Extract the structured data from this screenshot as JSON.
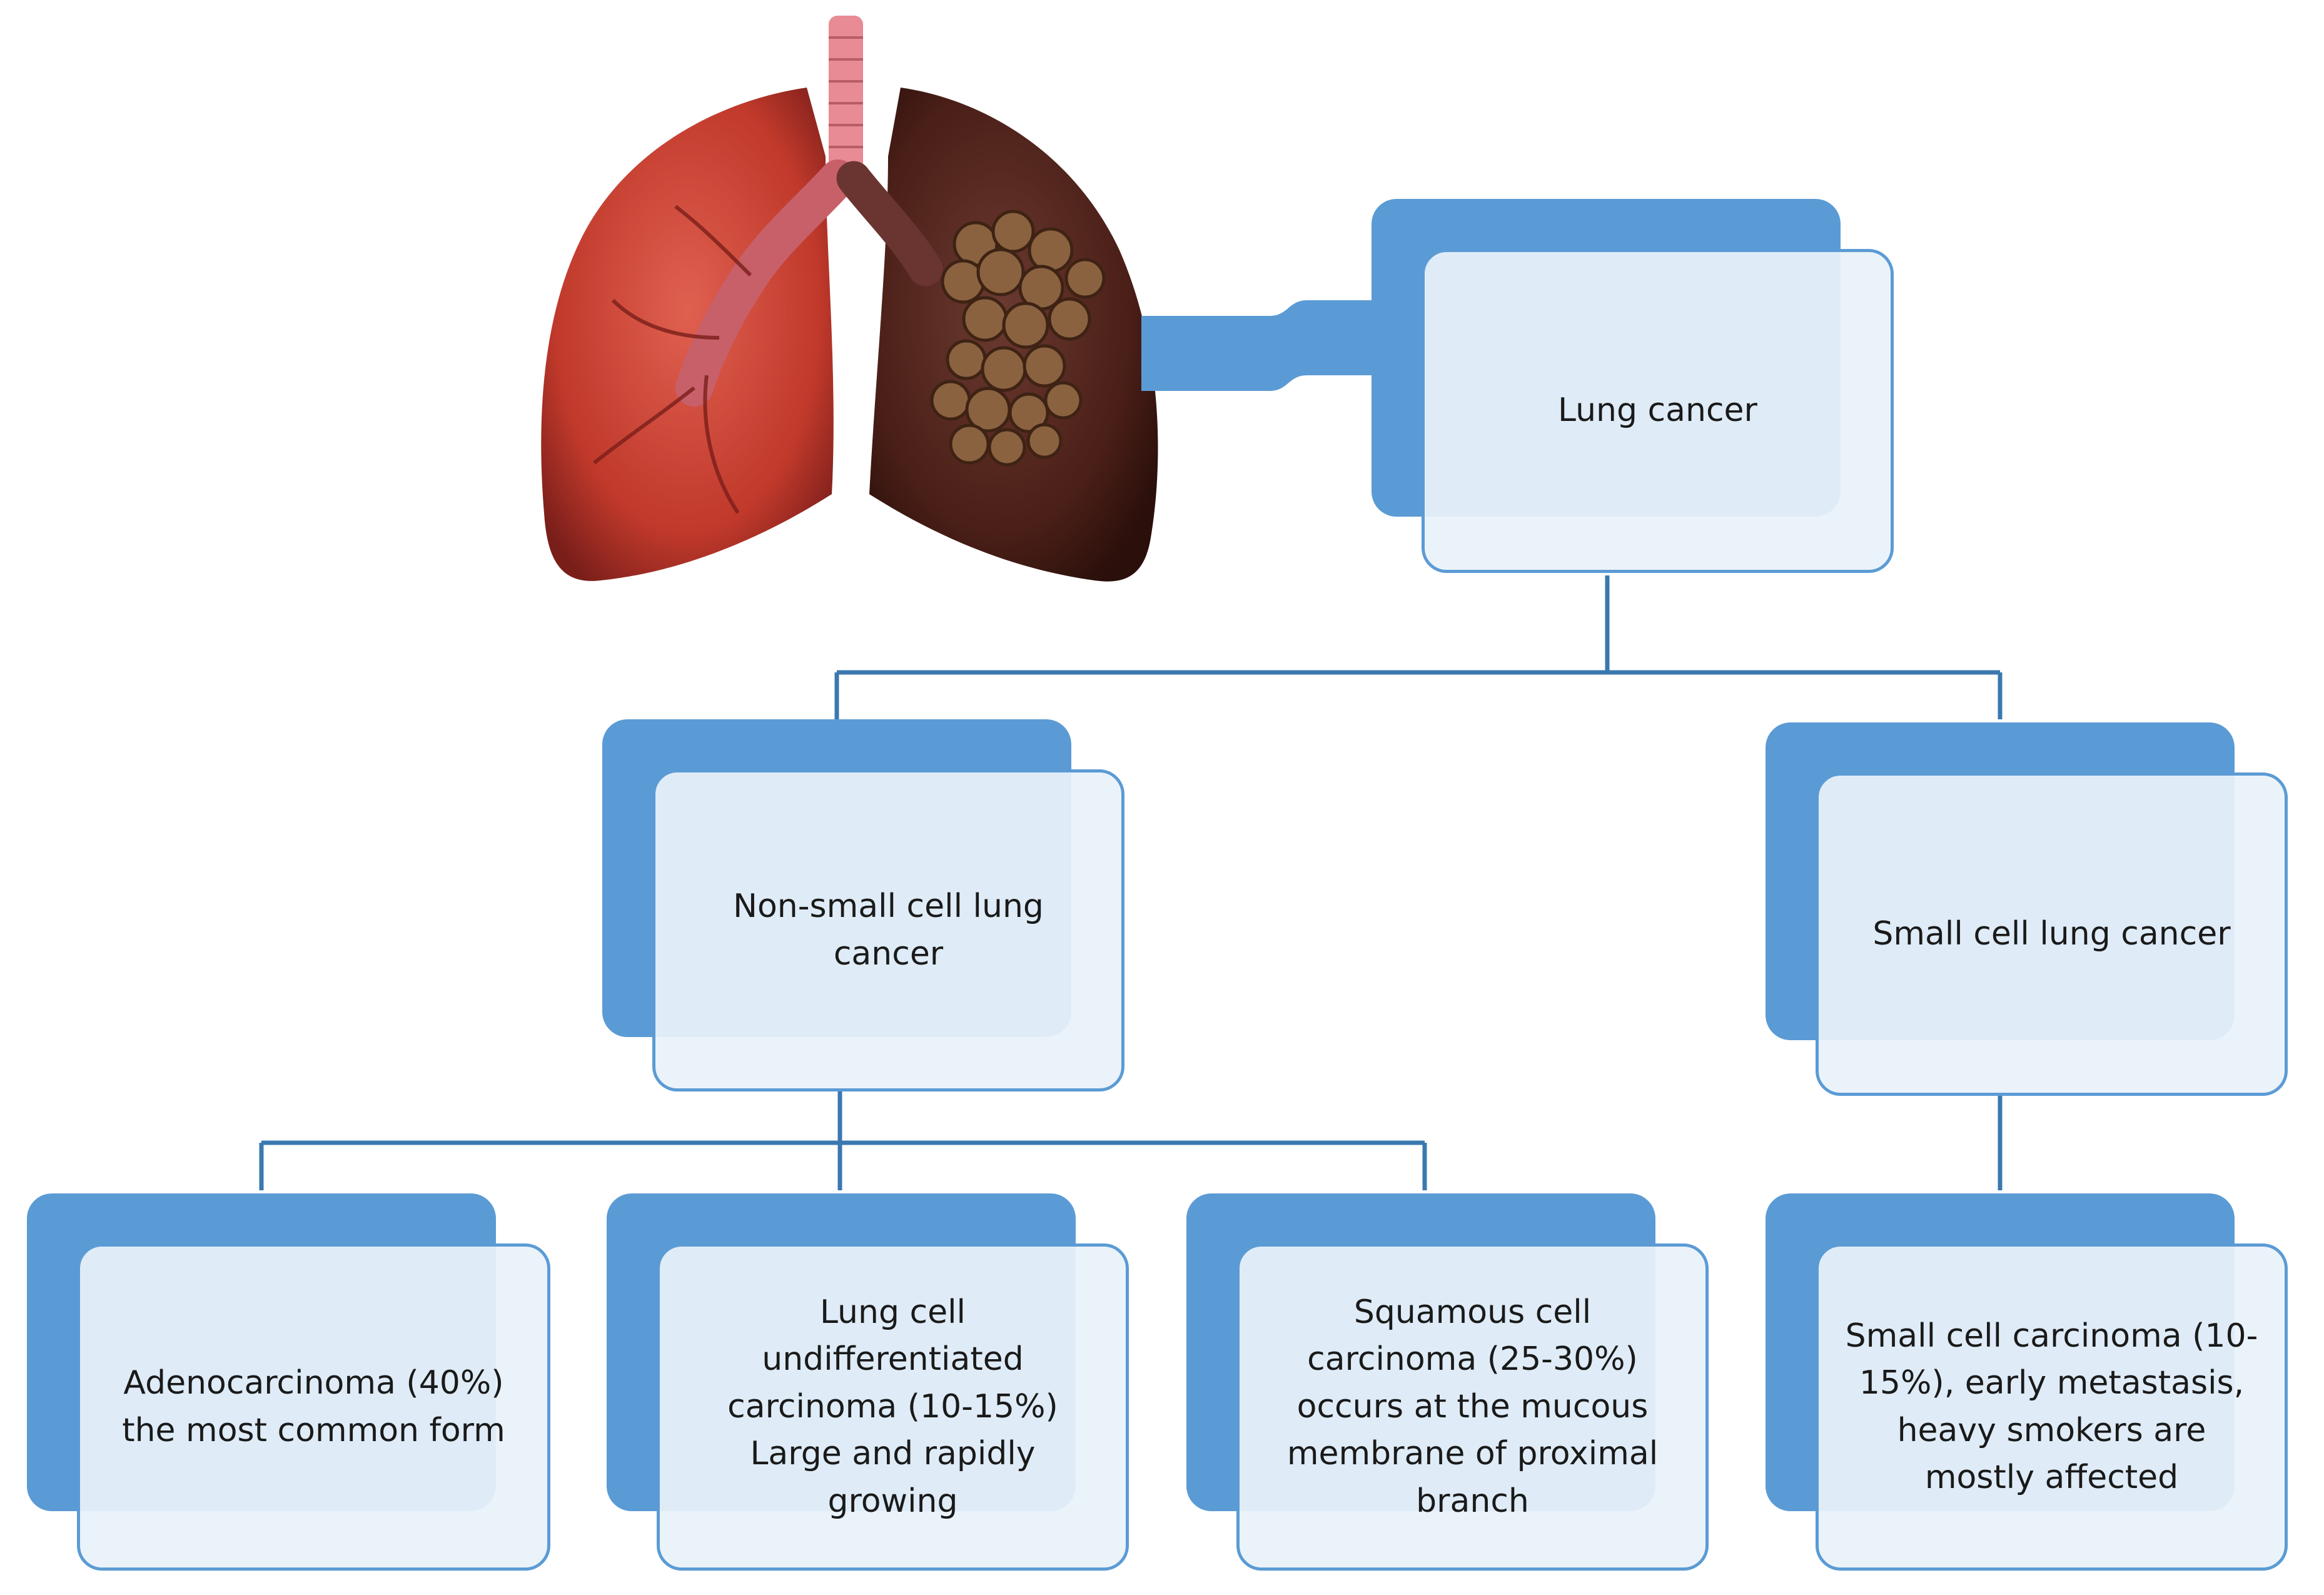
{
  "nodes": {
    "root": "Lung cancer",
    "nsclc": "Non-small cell lung cancer",
    "sclc": "Small cell lung cancer",
    "adeno": "Adenocarcinoma (40%) the most common form",
    "undiff": "Lung cell undifferentiated carcinoma (10-15%) Large and rapidly growing",
    "squamous": "Squamous cell carcinoma (25-30%) occurs at the mucous membrane of proximal branch",
    "sccarcinoma": "Small cell carcinoma (10-15%), early metastasis, heavy smokers are mostly affected"
  },
  "colors": {
    "box_fill": "#5b9bd5",
    "connector": "#3b78b0",
    "lung_healthy": "#c0392b",
    "lung_diseased": "#4a1f17",
    "trachea": "#e88b94",
    "tumor": "#8a6240"
  },
  "illustration": "lungs-with-tumor"
}
